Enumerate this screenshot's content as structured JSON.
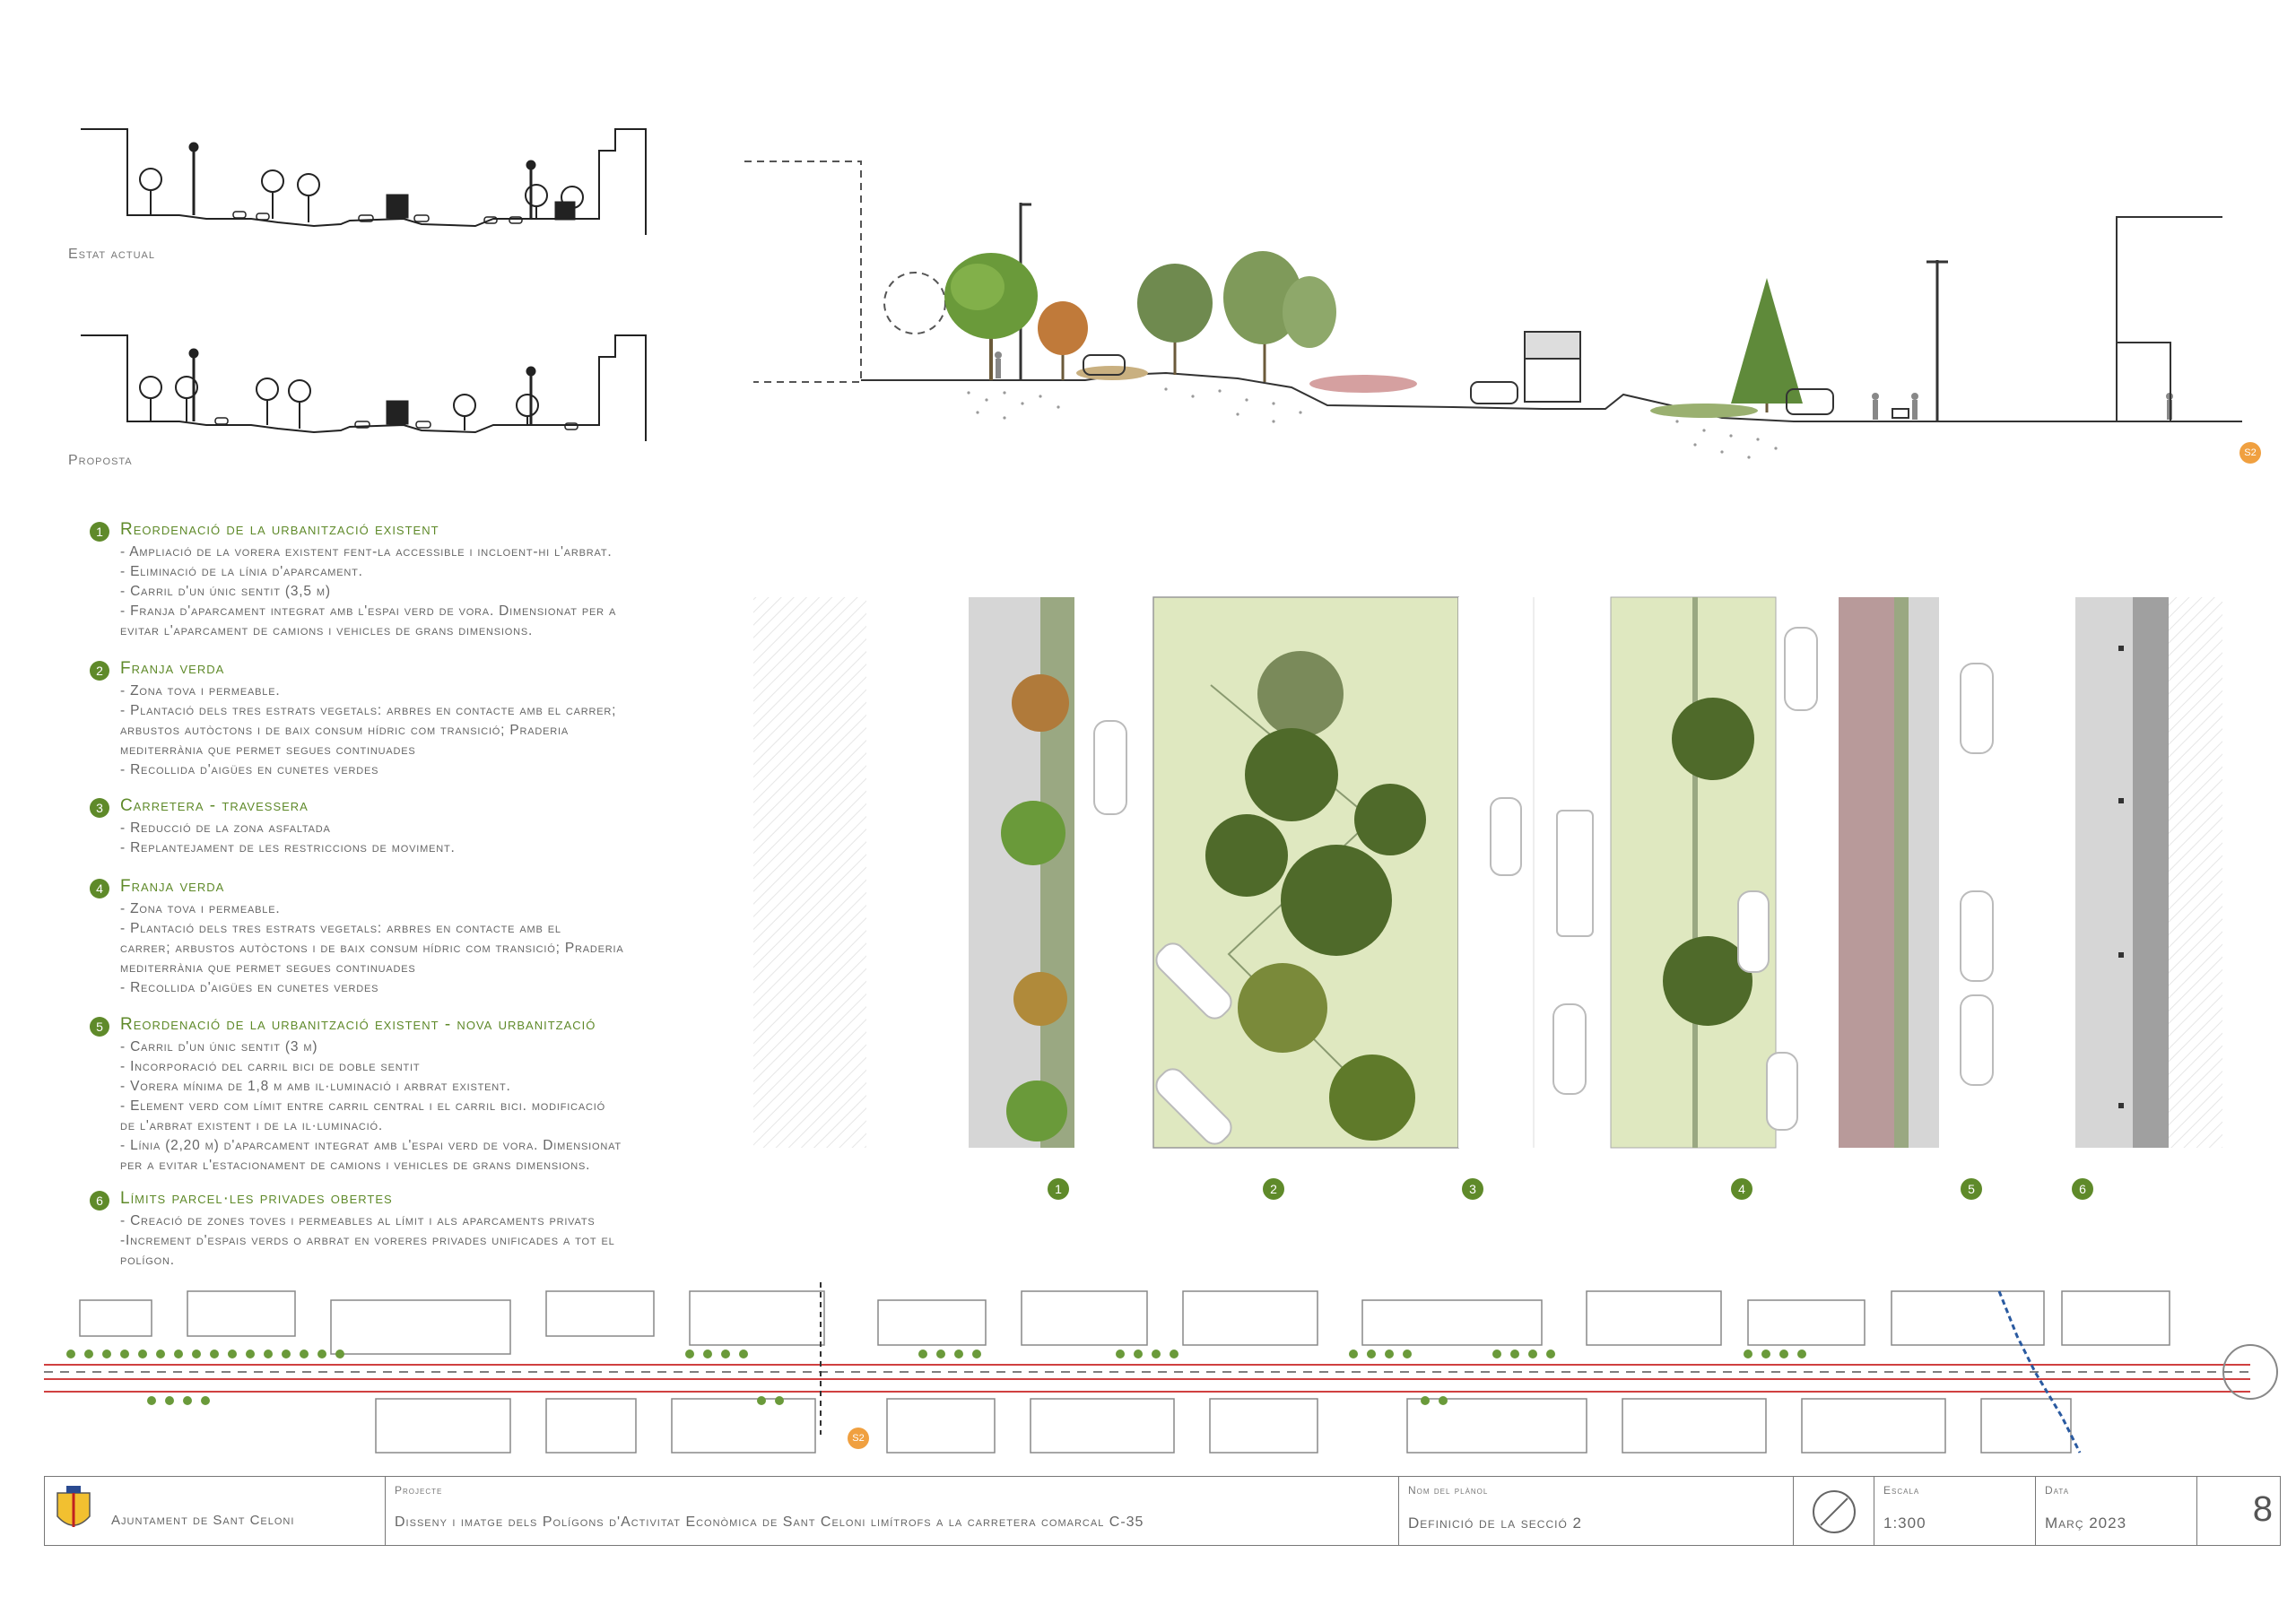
{
  "sections": {
    "current_label": "Estat actual",
    "proposal_label": "Proposta"
  },
  "section_marker": "S2",
  "legend": [
    {
      "num": "1",
      "title": "Reordenació de la urbanització existent",
      "lines": [
        "- Ampliació de la vorera existent fent-la accessible i incloent-hi l'arbrat.",
        "- Eliminació de la línia d'aparcament.",
        "- Carril d'un únic sentit (3,5 m)",
        "- Franja d'aparcament integrat amb l'espai verd de vora. Dimensionat per a",
        "evitar l'aparcament de camions i vehicles de grans dimensions."
      ]
    },
    {
      "num": "2",
      "title": "Franja verda",
      "lines": [
        "- Zona tova i permeable.",
        "- Plantació dels tres estrats vegetals: arbres en contacte amb el carrer;",
        "arbustos autòctons i de baix consum hídric com transició; Praderia",
        "mediterrània que permet segues continuades",
        "- Recollida d'aigües en cunetes verdes"
      ]
    },
    {
      "num": "3",
      "title": "Carretera - travessera",
      "lines": [
        "- Reducció de la zona asfaltada",
        "- Replantejament de les restriccions de moviment."
      ]
    },
    {
      "num": "4",
      "title": "Franja verda",
      "lines": [
        "-        Zona tova i permeable.",
        "-        Plantació dels tres estrats vegetals: arbres en contacte amb el",
        "carrer; arbustos autòctons i de baix consum hídric com transició; Praderia",
        "mediterrània que permet segues continuades",
        "-        Recollida d'aigües en cunetes verdes"
      ]
    },
    {
      "num": "5",
      "title": "Reordenació de la urbanització existent - nova urbanització",
      "lines": [
        "- Carril d'un únic sentit (3 m)",
        "- Incorporació del carril bici de doble sentit",
        "- Vorera mínima de 1,8 m amb il·luminació i arbrat existent.",
        "- Element verd com límit entre carril central i el carril bici. modificació",
        "de l'arbrat existent i de la il·luminació.",
        "- Línia (2,20 m) d'aparcament integrat amb l'espai verd de vora. Dimensionat",
        "per a evitar l'estacionament de camions i vehicles de grans dimensions."
      ]
    },
    {
      "num": "6",
      "title": "Límits parcel·les privades obertes",
      "lines": [
        "-        Creació de zones toves i permeables al límit i als aparcaments privats",
        "-Increment d'espais verds  o arbrat en voreres privades unificades a tot el",
        "polígon."
      ]
    }
  ],
  "band_numbers": [
    "1",
    "2",
    "3",
    "4",
    "5",
    "6"
  ],
  "title_block": {
    "org": "Ajuntament de Sant Celoni",
    "projecte_label": "Projecte",
    "projecte": "Disseny i imatge dels Polígons d'Activitat Econòmica de Sant Celoni limítrofs a la carretera comarcal C-35",
    "plan_label": "Nom del plànol",
    "plan": "Definició de la secció 2",
    "escala_label": "Escala",
    "escala": "1:300",
    "data_label": "Data",
    "data": "Març 2023",
    "sheet": "8"
  },
  "colors": {
    "accent_green": "#5f8a2a",
    "marker_orange": "#f0a040",
    "meadow": "#dfe8c0",
    "bike_lane": "#b89a9a",
    "route_red": "#d04040"
  }
}
